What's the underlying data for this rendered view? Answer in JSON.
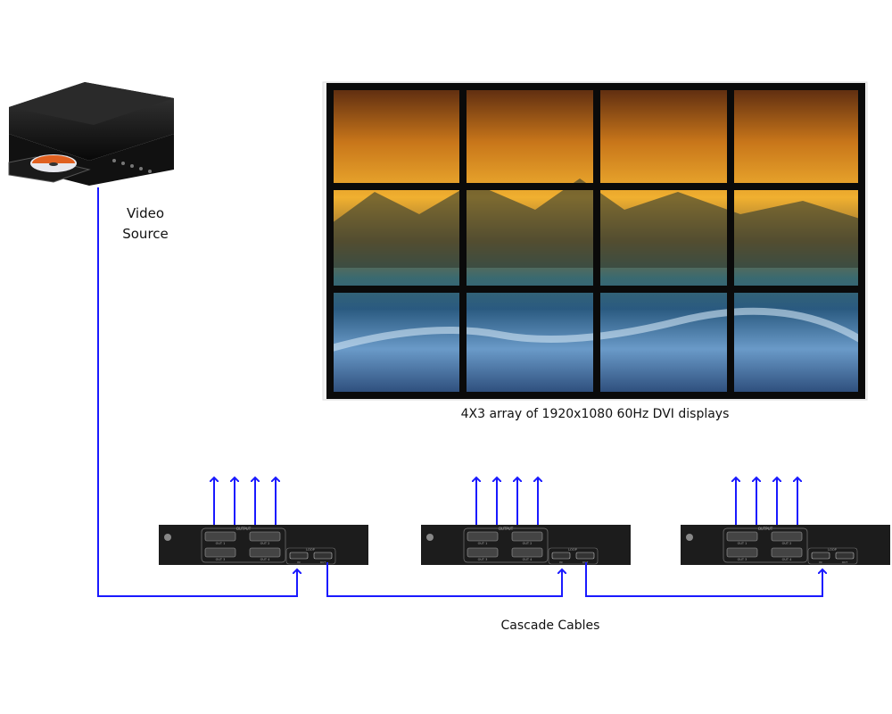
{
  "video_source": {
    "line1": "Video",
    "line2": "Source"
  },
  "display_caption": "4X3 array of 1920x1080 60Hz DVI displays",
  "cascade_label": "Cascade Cables",
  "display_wall": {
    "columns": 4,
    "rows": 3
  },
  "splitter_device": {
    "output_label": "OUTPUT",
    "ports": [
      "OUT 1",
      "OUT 2",
      "OUT 3",
      "OUT 4"
    ],
    "loop_label": "LOOP",
    "loop_ports": [
      "IN",
      "OUT"
    ],
    "count": 3
  },
  "colors": {
    "cable": "#1a1aff",
    "device": "#1c1c1c"
  }
}
